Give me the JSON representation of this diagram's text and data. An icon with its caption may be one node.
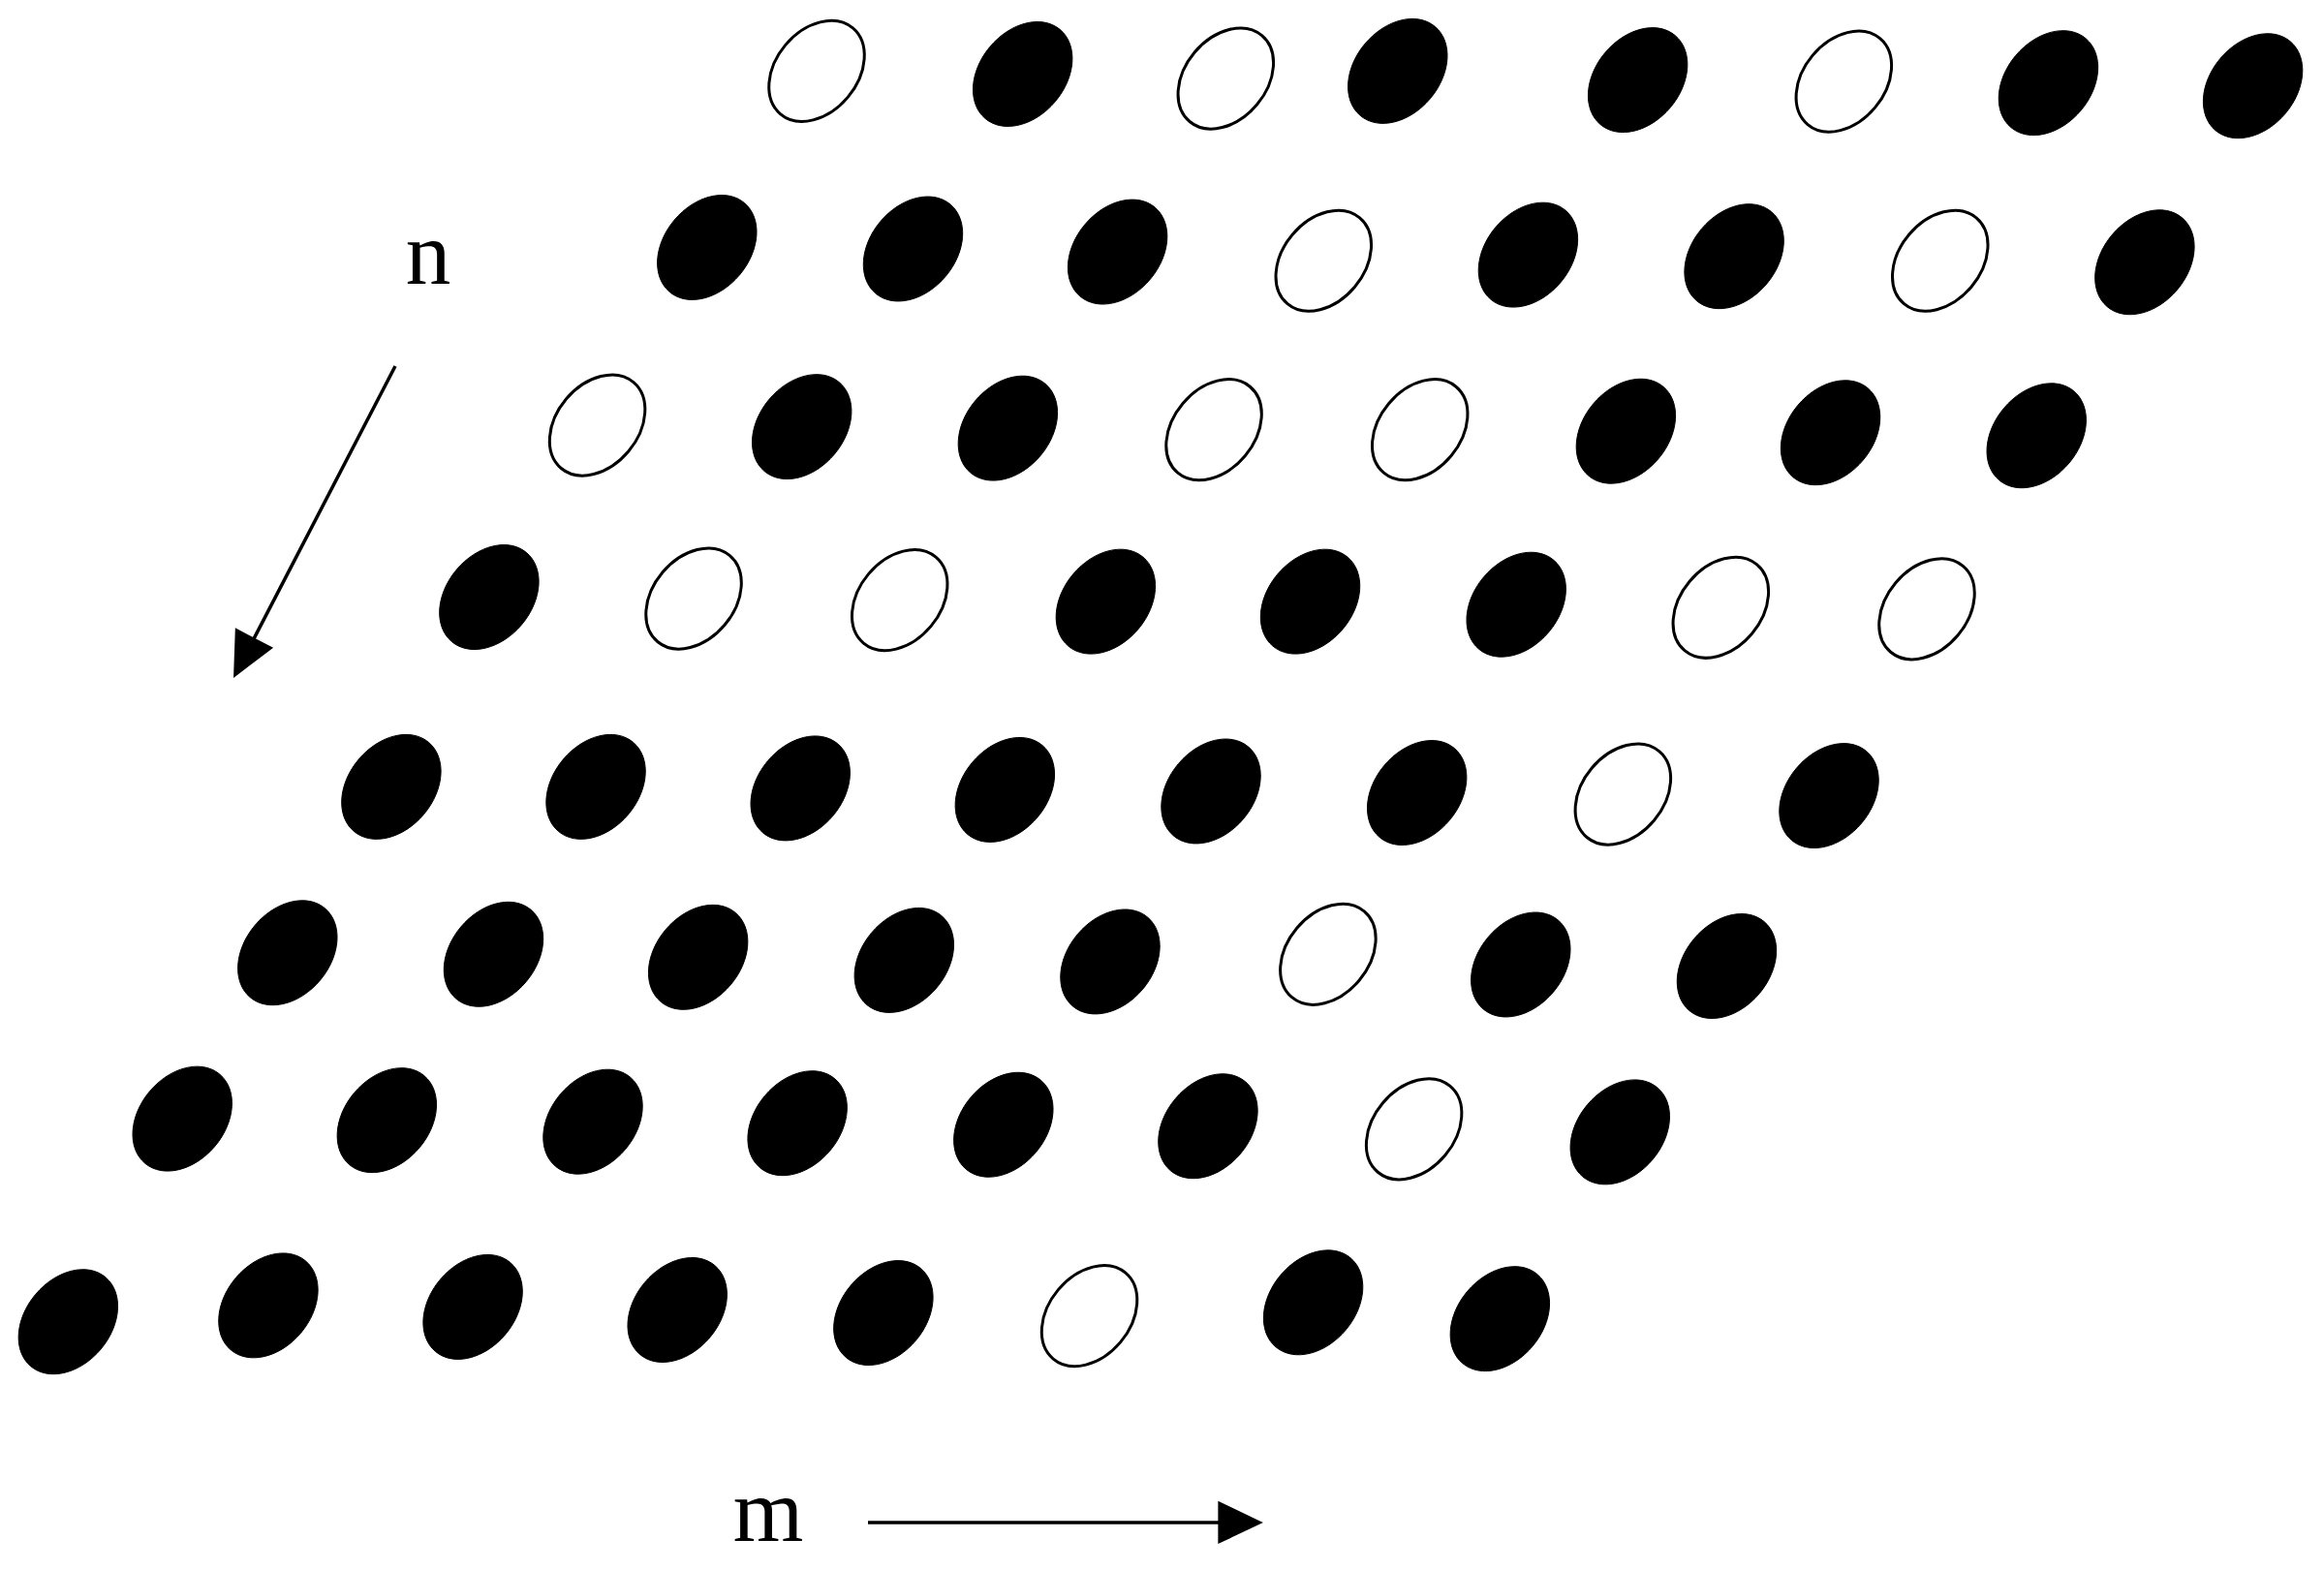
{
  "diagram": {
    "nodes": [
      {
        "text": [],
        "shape": "circle"
      },
      {
        "text": [],
        "shape": "dot"
      },
      {
        "text": [],
        "shape": "circle"
      },
      {
        "text": [],
        "shape": "dot"
      },
      {
        "text": [],
        "shape": "dot"
      },
      {
        "text": [],
        "shape": "circle"
      },
      {
        "text": [],
        "shape": "dot"
      },
      {
        "text": [],
        "shape": "dot"
      },
      {
        "text": [],
        "shape": "dot"
      },
      {
        "text": [],
        "shape": "dot"
      },
      {
        "text": [],
        "shape": "dot"
      },
      {
        "text": [],
        "shape": "circle"
      },
      {
        "text": [],
        "shape": "dot"
      },
      {
        "text": [],
        "shape": "dot"
      },
      {
        "text": [],
        "shape": "circle"
      },
      {
        "text": [],
        "shape": "dot"
      },
      {
        "text": [],
        "shape": "circle"
      },
      {
        "text": [],
        "shape": "dot"
      },
      {
        "text": [],
        "shape": "dot"
      },
      {
        "text": [],
        "shape": "circle"
      },
      {
        "text": [],
        "shape": "circle"
      },
      {
        "text": [],
        "shape": "dot"
      },
      {
        "text": [],
        "shape": "dot"
      },
      {
        "text": [],
        "shape": "dot"
      },
      {
        "text": [],
        "shape": "dot"
      },
      {
        "text": [],
        "shape": "circle"
      },
      {
        "text": [],
        "shape": "circle"
      },
      {
        "text": [],
        "shape": "dot"
      },
      {
        "text": [],
        "shape": "dot"
      },
      {
        "text": [],
        "shape": "dot"
      },
      {
        "text": [],
        "shape": "circle"
      },
      {
        "text": [],
        "shape": "circle"
      },
      {
        "text": [],
        "shape": "dot"
      },
      {
        "text": [],
        "shape": "dot"
      },
      {
        "text": [],
        "shape": "dot"
      },
      {
        "text": [],
        "shape": "dot"
      },
      {
        "text": [],
        "shape": "dot"
      },
      {
        "text": [],
        "shape": "dot"
      },
      {
        "text": [],
        "shape": "circle"
      },
      {
        "text": [],
        "shape": "dot"
      },
      {
        "text": [],
        "shape": "dot"
      },
      {
        "text": [],
        "shape": "dot"
      },
      {
        "text": [],
        "shape": "dot"
      },
      {
        "text": [],
        "shape": "dot"
      },
      {
        "text": [],
        "shape": "dot"
      },
      {
        "text": [],
        "shape": "circle"
      },
      {
        "text": [],
        "shape": "dot"
      },
      {
        "text": [],
        "shape": "dot"
      },
      {
        "text": [],
        "shape": "dot"
      },
      {
        "text": [],
        "shape": "dot"
      },
      {
        "text": [],
        "shape": "dot"
      },
      {
        "text": [],
        "shape": "dot"
      },
      {
        "text": [],
        "shape": "dot"
      },
      {
        "text": [],
        "shape": "dot"
      },
      {
        "text": [],
        "shape": "circle"
      },
      {
        "text": [],
        "shape": "dot"
      },
      {
        "text": [],
        "shape": "dot"
      },
      {
        "text": [],
        "shape": "dot"
      },
      {
        "text": [],
        "shape": "dot"
      },
      {
        "text": [],
        "shape": "dot"
      },
      {
        "text": [],
        "shape": "dot"
      },
      {
        "text": [],
        "shape": "circle"
      },
      {
        "text": [],
        "shape": "dot"
      },
      {
        "text": [],
        "shape": "dot"
      }
    ],
    "labels": [
      "n",
      "m"
    ]
  }
}
